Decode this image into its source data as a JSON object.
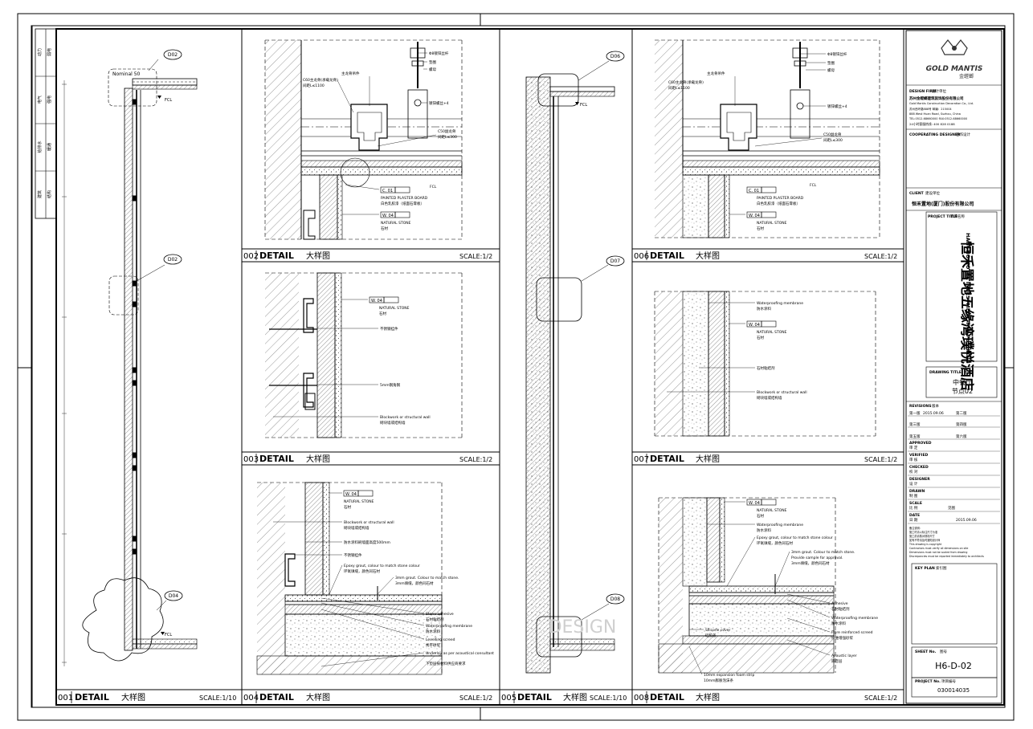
{
  "drawing": {
    "detail_word": "DETAIL",
    "detail_cn": "大样图",
    "panels": [
      {
        "id": "D01",
        "num": "001",
        "scale": "SCALE:1/10"
      },
      {
        "id": "D02",
        "num": "002",
        "scale": "SCALE:1/2"
      },
      {
        "id": "D03",
        "num": "003",
        "scale": "SCALE:1/2"
      },
      {
        "id": "D04",
        "num": "004",
        "scale": "SCALE:1/2"
      },
      {
        "id": "D05",
        "num": "005",
        "scale": "SCALE:1/10"
      },
      {
        "id": "D06",
        "num": "006",
        "scale": "SCALE:1/2"
      },
      {
        "id": "D07",
        "num": "007",
        "scale": "SCALE:1/2"
      },
      {
        "id": "D08",
        "num": "008",
        "scale": "SCALE:1/2"
      }
    ],
    "callouts": {
      "d01": [
        "D02",
        "D02",
        "D04"
      ],
      "d05": [
        "D06",
        "D07",
        "D08"
      ]
    },
    "d01_labels": {
      "nominal": "Nominal 50",
      "fcl": "FCL",
      "fcl2": "FCL"
    },
    "d02_labels": {
      "rod": "Φ8镀锌丝杆",
      "main_hanger": "主龙骨吊件",
      "nut": "螺母",
      "gasket": "垫圈",
      "main_keel": "C60主龙骨(承载龙骨)",
      "main_keel_spacing": "间距L≤1100",
      "accessory": "镀锌螺丝+4",
      "sub_keel": "C50副龙骨",
      "sub_keel_spacing": "间距L≤300",
      "fcl": "FCL",
      "tag1": "C. 01",
      "board_en": "PAINTED PLASTER BOARD",
      "board_cn": "白色乳胶漆（纸面石膏板）",
      "tag2": "W. 04",
      "stone_en": "NATURAL STONE",
      "stone_cn": "石材"
    },
    "d03_labels": {
      "tag": "W. 04",
      "stone_en": "NATURAL STONE",
      "stone_cn": "石材",
      "pendant": "不锈钢挂件",
      "angle": "5mm钢角钢",
      "wall_en": "Blockwork or structural wall",
      "wall_cn": "砌块墙或结构墙"
    },
    "d04_labels": {
      "tag": "W. 04",
      "stone_en": "NATURAL STONE",
      "stone_cn": "石材",
      "wall_en": "Blockwork or structural wall",
      "wall_cn": "砌块墙或结构墙",
      "waterproof": "防水涂料刷墙面高度500mm",
      "pendant": "不锈钢挂件",
      "grout_en": "Epoxy grout, colour to match stone colour",
      "grout_cn": "环氧填缝，颜色同石材",
      "grout3_en": "3mm grout. Colour to match stone.",
      "grout3_cn": "3mm填缝，颜色同石材",
      "adhesive_en": "Stone adhesive",
      "adhesive_cn": "石材粘结剂",
      "membrane_en": "Waterproofing membrane",
      "membrane_cn": "防水涂料",
      "screed_en": "Levelling screed",
      "screed_cn": "找平砂浆",
      "underlay_en": "Underlay as per acoustical consultant",
      "underlay_cn": "下垫层按材料供应商要求"
    },
    "d06_labels": {
      "rod": "Φ8镀锌丝杆",
      "main_hanger": "主龙骨吊件",
      "nut": "螺母",
      "gasket": "垫圈",
      "main_keel": "C60主龙骨(承载龙骨)",
      "main_keel_spacing": "间距L≤1100",
      "accessory": "镀锌螺丝+4",
      "sub_keel": "C50副龙骨",
      "sub_keel_spacing": "间距L≤300",
      "fcl": "FCL",
      "tag1": "C. 01",
      "board_en": "PAINTED PLASTER BOARD",
      "board_cn": "白色乳胶漆（纸面石膏板）",
      "tag2": "W. 04",
      "stone_en": "NATURAL STONE",
      "stone_cn": "石材"
    },
    "d07_labels": {
      "membrane_en": "Waterproofing membrane",
      "membrane_cn": "防水涂料",
      "tag": "W. 04",
      "stone_en": "NATURAL STONE",
      "stone_cn": "石材",
      "adhesive": "石材粘结剂",
      "wall_en": "Blockwork or structural wall",
      "wall_cn": "砌块墙或结构墙"
    },
    "d08_labels": {
      "tag": "W. 04",
      "stone_en": "NATURAL STONE",
      "stone_cn": "石材",
      "membrane_en": "Waterproofing membrane",
      "membrane_cn": "防水涂料",
      "grout_en": "Epoxy grout, colour to match stone colour",
      "grout_cn": "环氧填缝，颜色同石材",
      "grout3_en": "3mm grout. Colour to match stone.",
      "grout3_en2": "Provide sample for approval.",
      "grout3_cn": "3mm填缝，颜色同石材",
      "adhesive_en": "Adhesive",
      "adhesive_cn": "石材粘结剂",
      "wm_en": "Waterproofing membrane",
      "wm_cn": "防水涂料",
      "screed_en": "Fibre reinforced screed",
      "screed_cn": "纤维增强砂浆",
      "cover_en": "Silicone cover",
      "cover_cn": "硅胶盖",
      "acoustic_en": "Acoustic layer",
      "acoustic_cn": "隔音层",
      "foam_en": "10mm expansion foam strip",
      "foam_cn": "10mm膨胀泡沫条"
    },
    "watermark": "DESIGN"
  },
  "left_strip": [
    "建筑",
    "结构",
    "给排水",
    "暖通",
    "电气",
    "强电",
    "动力",
    "弱电"
  ],
  "title_block": {
    "logo": "GOLD MANTIS",
    "logo_cn": "金螳螂",
    "design_firm_label": "DESIGN FIRM",
    "design_firm_cn": "设计单位",
    "firm_name": "苏州金螳螂建筑装饰股份有限公司",
    "firm_en": "Gold Mantis Construction Decoration Co., Ltd.",
    "firm_addr1": "苏州西环路888号  邮编：215004",
    "firm_addr2": "888 West Huan Road, Suzhou, China",
    "firm_tel": "TEL:0512-68660000  FAX:0512-68660000",
    "firm_hotline": "24小时客服热线: 400 828 0188",
    "cooperating_label": "COOPERATING DESIGNER",
    "cooperating_cn": "合作设计",
    "client_label": "CLIENT",
    "client_cn": "建设单位",
    "client_name": "恒禾置地(厦门)股份有限公司",
    "project_label": "PROJECT TITLE",
    "project_cn_label": "项目名称",
    "project_title_cn": "恒禾置地五缘湾璞悦酒店",
    "project_title_en": "HANGHO HOTEL  INVESTMENT  THE PUSHANG",
    "drawing_title_label": "DRAWING TITLE",
    "drawing_title_cn_label": "图名",
    "drawing_title_1": "中餐厅",
    "drawing_title_2": "节点02",
    "revisions_label": "REVISIONS",
    "revisions_cn": "版本",
    "revisions": [
      [
        "第一版",
        "2015.09.06",
        "第二版",
        ""
      ],
      [
        "第三版",
        "",
        "第四版",
        ""
      ],
      [
        "第五版",
        "",
        "第六版",
        ""
      ]
    ],
    "approved_label": "APPROVED",
    "approved_cn": "审 定",
    "verified_label": "VERIFIED",
    "verified_cn": "审 核",
    "checked_label": "CHECKED",
    "checked_cn": "校 对",
    "designer_label": "DESIGNER",
    "designer_cn": "设 计",
    "drawn_label": "DRAWN",
    "drawn_cn": "制 图",
    "scale_label": "SCALE",
    "scale_cn": "比 例",
    "scale_value": "见图",
    "date_label": "DATE",
    "date_cn": "日 期",
    "date_value": "2015.09.06",
    "notes": [
      "备注说明：",
      "施工时请以标注尺寸为准",
      "施工前请核对现场尺寸",
      "如有不符请及时通知设计师",
      "This drawing is copyright",
      "Contractors must verify all dimensions on site",
      "Dimensions must not be scaled from drawing",
      "Discrepancies must be reported immediately to architects"
    ],
    "key_plan_label": "KEY PLAN",
    "key_plan_cn": "索引图",
    "sheet_label": "SHEET No.",
    "sheet_cn": "图号",
    "sheet_no": "H6-D-02",
    "project_no_label": "PROJECT No.",
    "project_no_cn": "项目编号",
    "project_no": "030014035"
  }
}
